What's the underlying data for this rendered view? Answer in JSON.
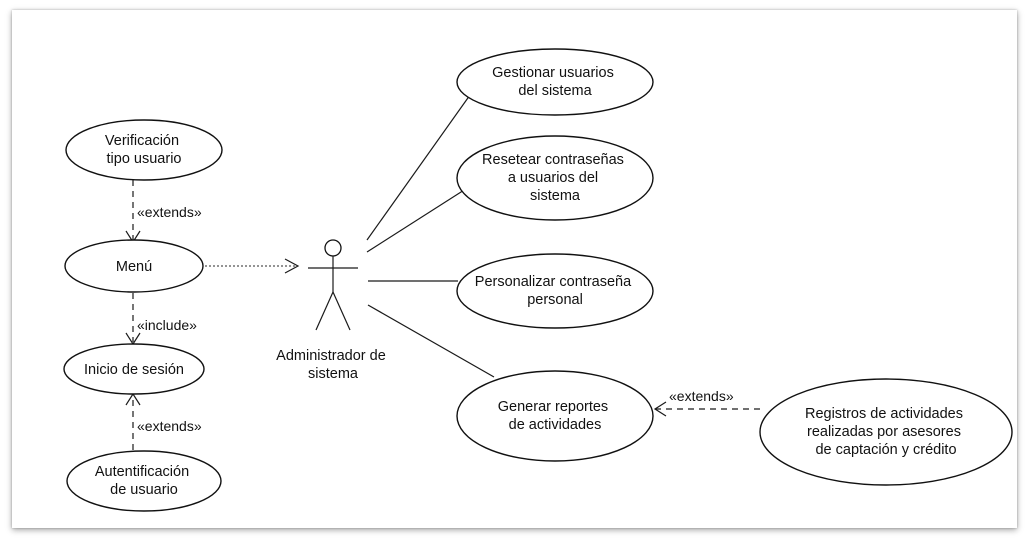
{
  "use_cases": {
    "verificacion": [
      "Verificación",
      "tipo usuario"
    ],
    "menu": [
      "Menú"
    ],
    "inicio": [
      "Inicio de sesión"
    ],
    "autentificacion": [
      "Autentificación",
      "de usuario"
    ],
    "gestionar": [
      "Gestionar usuarios",
      "del sistema"
    ],
    "resetear": [
      "Resetear contraseñas",
      "a usuarios del",
      "sistema"
    ],
    "personalizar": [
      "Personalizar contraseña",
      "personal"
    ],
    "generar": [
      "Generar reportes",
      "de actividades"
    ],
    "registros": [
      "Registros de actividades",
      "realizadas por asesores",
      "de captación y crédito"
    ]
  },
  "actor": {
    "label": [
      "Administrador de",
      "sistema"
    ]
  },
  "relations": {
    "extends_top": "«extends»",
    "include": "«include»",
    "extends_bottom": "«extends»",
    "extends_right": "«extends»"
  }
}
